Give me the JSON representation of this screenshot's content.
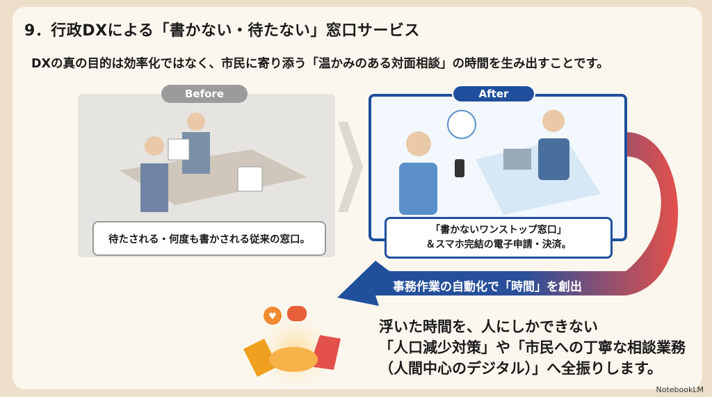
{
  "title": "9．行政DXによる「書かない・待たない」窓口サービス",
  "subtitle": "DXの真の目的は効率化ではなく、市民に寄り添う「温かみのある対面相談」の時間を生み出すことです。",
  "before": {
    "label": "Before",
    "caption": "待たされる・何度も書かされる従来の窓口。"
  },
  "after": {
    "label": "After",
    "caption_line1": "「書かないワンストップ窓口」",
    "caption_line2": "＆スマホ完結の電子申請・決済。"
  },
  "flow_label": "事務作業の自動化で「時間」を創出",
  "conclusion": {
    "line1": "浮いた時間を、人にしかできない",
    "line2": "「人口減少対策」や「市民への丁寧な相談業務",
    "line3": "（人間中心のデジタル）」へ全振りします。"
  },
  "watermark": "NotebookLM",
  "colors": {
    "blue": "#1f4f9c",
    "red": "#e4504a",
    "gray": "#9b9b9b"
  }
}
